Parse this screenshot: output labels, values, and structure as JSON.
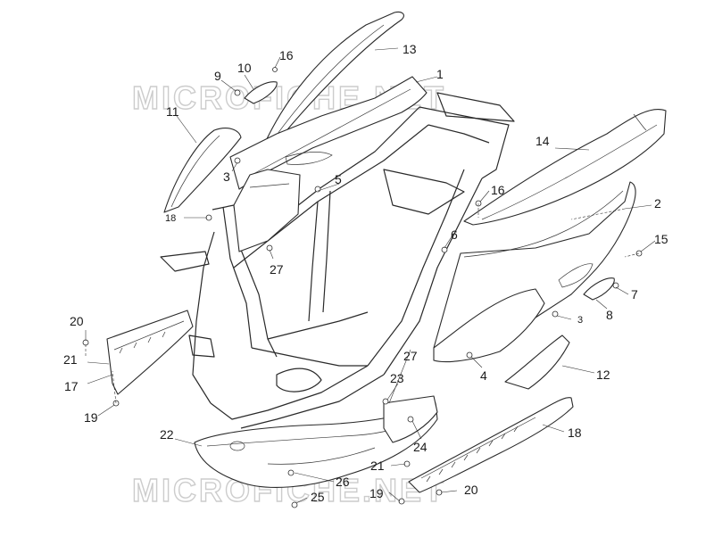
{
  "watermark": {
    "top": "MICROFICHE.NET",
    "bottom": "MICROFICHE.NET"
  },
  "callouts": [
    {
      "id": "c1",
      "label": "1"
    },
    {
      "id": "c2",
      "label": "2"
    },
    {
      "id": "c3a",
      "label": "3"
    },
    {
      "id": "c3b",
      "label": "3"
    },
    {
      "id": "c4",
      "label": "4"
    },
    {
      "id": "c5",
      "label": "5"
    },
    {
      "id": "c6",
      "label": "6"
    },
    {
      "id": "c7",
      "label": "7"
    },
    {
      "id": "c8",
      "label": "8"
    },
    {
      "id": "c9",
      "label": "9"
    },
    {
      "id": "c10",
      "label": "10"
    },
    {
      "id": "c11",
      "label": "11"
    },
    {
      "id": "c12",
      "label": "12"
    },
    {
      "id": "c13",
      "label": "13"
    },
    {
      "id": "c14",
      "label": "14"
    },
    {
      "id": "c15",
      "label": "15"
    },
    {
      "id": "c16a",
      "label": "16"
    },
    {
      "id": "c16b",
      "label": "16"
    },
    {
      "id": "c17",
      "label": "17"
    },
    {
      "id": "c18a",
      "label": "18"
    },
    {
      "id": "c18b",
      "label": "18"
    },
    {
      "id": "c19a",
      "label": "19"
    },
    {
      "id": "c19b",
      "label": "19"
    },
    {
      "id": "c20a",
      "label": "20"
    },
    {
      "id": "c20b",
      "label": "20"
    },
    {
      "id": "c21a",
      "label": "21"
    },
    {
      "id": "c21b",
      "label": "21"
    },
    {
      "id": "c22",
      "label": "22"
    },
    {
      "id": "c23",
      "label": "23"
    },
    {
      "id": "c24",
      "label": "24"
    },
    {
      "id": "c25",
      "label": "25"
    },
    {
      "id": "c26",
      "label": "26"
    },
    {
      "id": "c27a",
      "label": "27"
    },
    {
      "id": "c27b",
      "label": "27"
    }
  ]
}
